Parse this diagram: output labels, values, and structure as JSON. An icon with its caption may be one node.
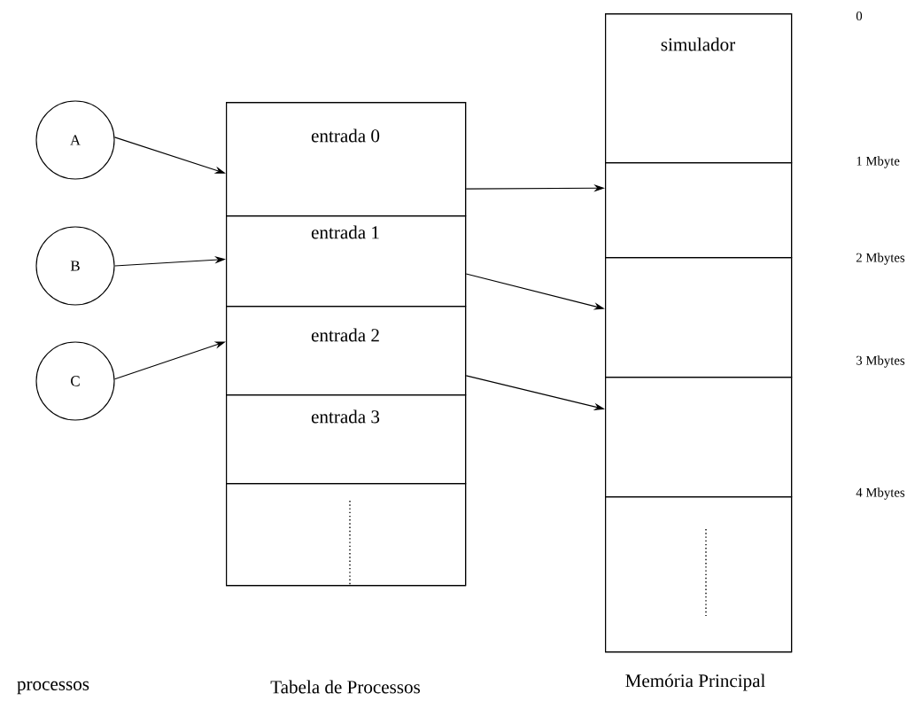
{
  "diagram": {
    "nodes": [
      {
        "text": [
          "A"
        ]
      },
      {
        "text": [
          "B"
        ]
      },
      {
        "text": [
          "C"
        ]
      },
      {
        "text": [],
        "shape": "box"
      },
      {
        "text": [
          "entrada 0"
        ],
        "in": 3
      },
      {
        "text": [
          "entrada 1"
        ],
        "in": 3
      },
      {
        "text": [
          "entrada 2"
        ],
        "in": 3
      },
      {
        "text": [
          "entrada 3"
        ],
        "in": 3
      },
      {
        "text": [],
        "shape": "box",
        "in": 3
      },
      {
        "text": [],
        "shape": "box"
      },
      {
        "text": [
          "simulador"
        ],
        "in": 9
      },
      {
        "text": [],
        "shape": "box",
        "in": 9
      },
      {
        "text": [],
        "shape": "box",
        "in": 9
      },
      {
        "text": [],
        "shape": "box",
        "in": 9
      },
      {
        "text": [],
        "shape": "box",
        "in": 9
      }
    ],
    "edges": [
      {
        "from": 0,
        "to": 4,
        "arrow": "to"
      },
      {
        "from": 1,
        "to": 5,
        "arrow": "to"
      },
      {
        "from": 2,
        "to": 6,
        "arrow": "to"
      },
      {
        "from": 4,
        "to": 11,
        "arrow": "to"
      },
      {
        "from": 5,
        "to": 12,
        "arrow": "to"
      },
      {
        "from": 6,
        "to": 13,
        "arrow": "to"
      }
    ],
    "labels": [
      "0",
      "1 Mbyte",
      "2 Mbytes",
      "3 Mbytes",
      "4 Mbytes",
      "processos",
      "Tabela de Processos",
      "Memória Principal"
    ]
  }
}
